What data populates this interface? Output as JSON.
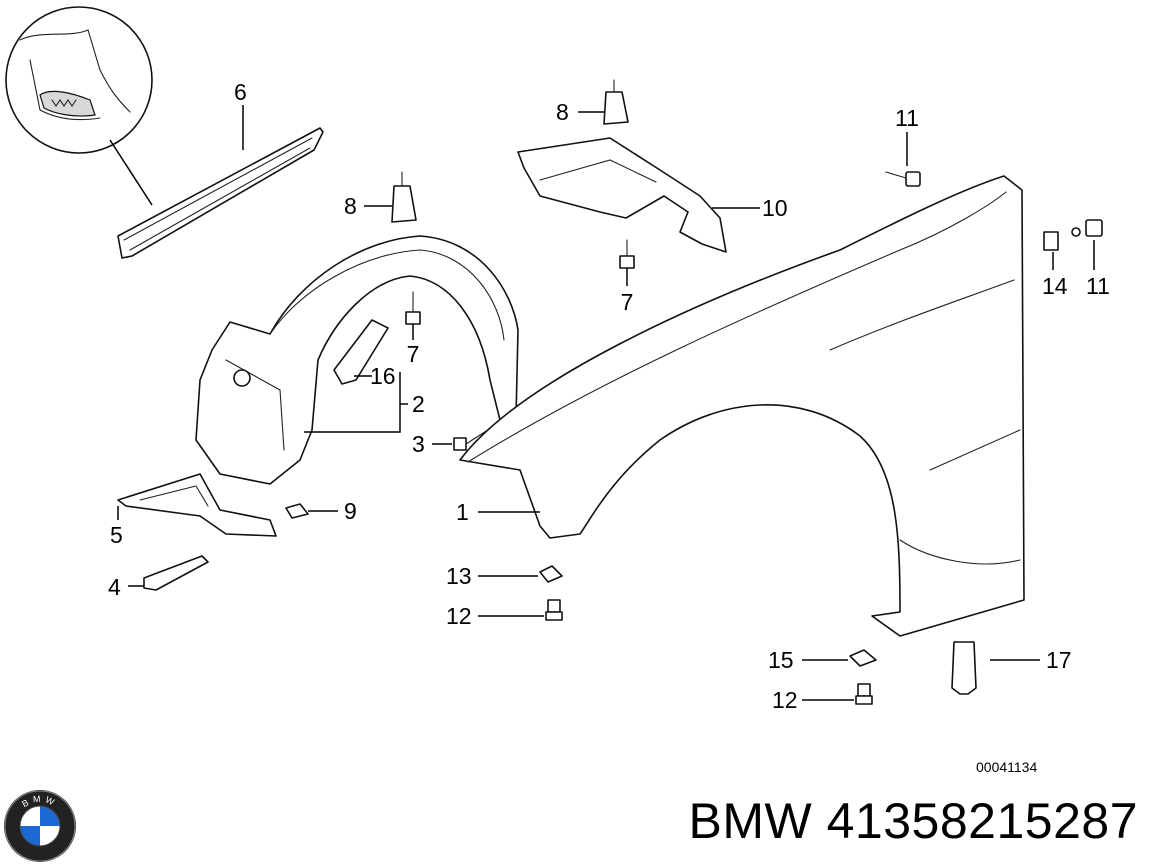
{
  "callouts": [
    "6",
    "8",
    "8",
    "11",
    "10",
    "7",
    "7",
    "16",
    "2",
    "3",
    "14",
    "11",
    "1",
    "9",
    "5",
    "4",
    "13",
    "12",
    "15",
    "17",
    "12"
  ],
  "drawing_number": "00041134",
  "part_title": "BMW 41358215287",
  "logo_text": "BMW",
  "colors": {
    "line": "#111111",
    "background": "#ffffff",
    "logo_blue": "#1c69d4"
  }
}
